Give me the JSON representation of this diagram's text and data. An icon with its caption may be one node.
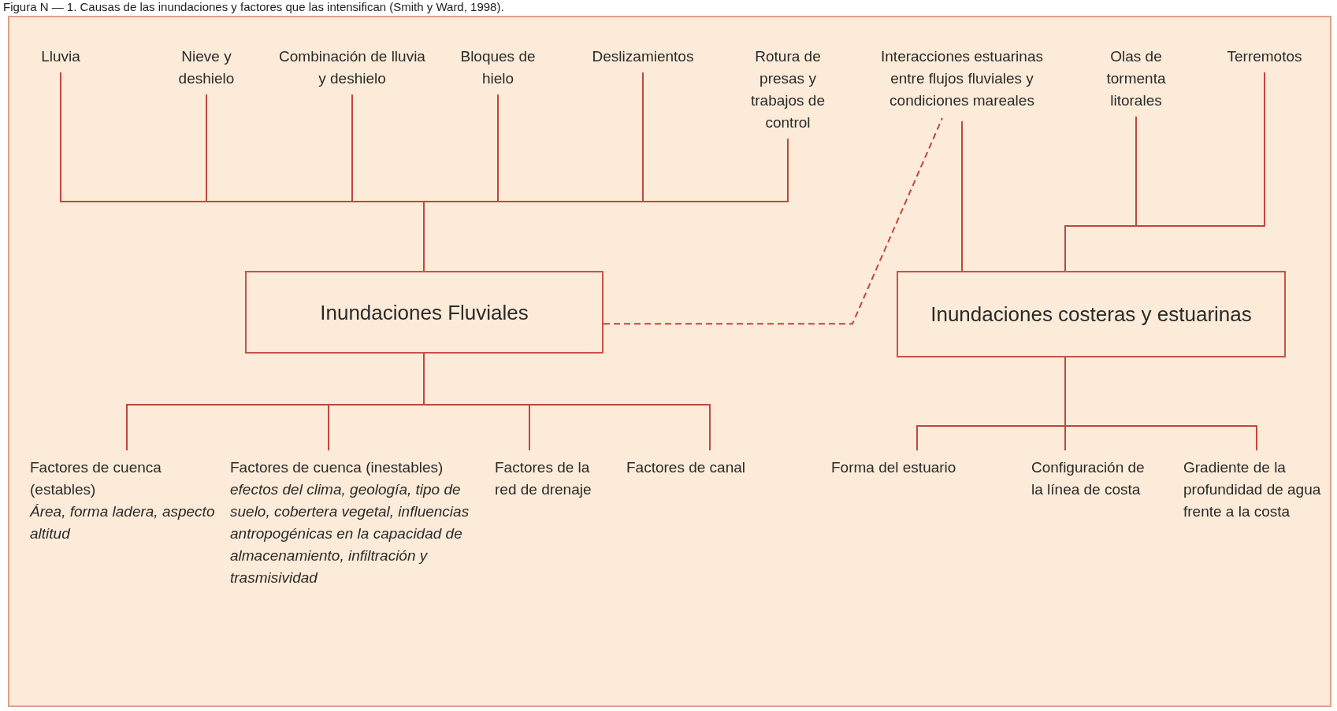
{
  "diagram": {
    "caption": "Figura N — 1. Causas de las inundaciones y factores que las intensifican (Smith y Ward, 1998).",
    "nodes": [
      {
        "text": [
          "Lluvia"
        ]
      },
      {
        "text": [
          "Nieve y deshielo"
        ]
      },
      {
        "text": [
          "Combinación de lluvia y deshielo"
        ]
      },
      {
        "text": [
          "Bloques de hielo"
        ]
      },
      {
        "text": [
          "Deslizamientos"
        ]
      },
      {
        "text": [
          "Rotura de presas y trabajos de control"
        ]
      },
      {
        "text": [
          "Interacciones estuarinas entre flujos fluviales y condiciones mareales"
        ]
      },
      {
        "text": [
          "Olas de tormenta litorales"
        ]
      },
      {
        "text": [
          "Terremotos"
        ]
      },
      {
        "text": [
          "Inundaciones Fluviales"
        ]
      },
      {
        "text": [
          "Inundaciones costeras y estuarinas"
        ]
      },
      {
        "text": [
          "Factores de cuenca (estables)",
          "Área, forma ladera, aspecto altitud"
        ]
      },
      {
        "text": [
          "Factores de cuenca (inestables)",
          "efectos del clima, geología, tipo de suelo, cobertera vegetal, influencias antropogénicas en la capacidad de almacenamiento, infiltración y trasmisividad"
        ]
      },
      {
        "text": [
          "Factores de la red de drenaje"
        ]
      },
      {
        "text": [
          "Factores de canal"
        ]
      },
      {
        "text": [
          "Forma del estuario"
        ]
      },
      {
        "text": [
          "Configuración de la línea de costa"
        ]
      },
      {
        "text": [
          "Gradiente de la profundidad de agua frente a la costa"
        ]
      }
    ],
    "edges": [
      {
        "from": 0,
        "to": 9,
        "arrow": "none"
      },
      {
        "from": 1,
        "to": 9,
        "arrow": "none"
      },
      {
        "from": 2,
        "to": 9,
        "arrow": "none"
      },
      {
        "from": 3,
        "to": 9,
        "arrow": "none"
      },
      {
        "from": 4,
        "to": 9,
        "arrow": "none"
      },
      {
        "from": 5,
        "to": 9,
        "arrow": "none"
      },
      {
        "from": 6,
        "to": 10,
        "arrow": "none"
      },
      {
        "from": 7,
        "to": 10,
        "arrow": "none"
      },
      {
        "from": 8,
        "to": 10,
        "arrow": "none"
      },
      {
        "from": 9,
        "to": 11,
        "arrow": "none"
      },
      {
        "from": 9,
        "to": 12,
        "arrow": "none"
      },
      {
        "from": 9,
        "to": 13,
        "arrow": "none"
      },
      {
        "from": 9,
        "to": 14,
        "arrow": "none"
      },
      {
        "from": 10,
        "to": 15,
        "arrow": "none"
      },
      {
        "from": 10,
        "to": 16,
        "arrow": "none"
      },
      {
        "from": 10,
        "to": 17,
        "arrow": "none"
      },
      {
        "from": 9,
        "to": 6,
        "arrow": "none",
        "style": "dashed"
      }
    ]
  }
}
